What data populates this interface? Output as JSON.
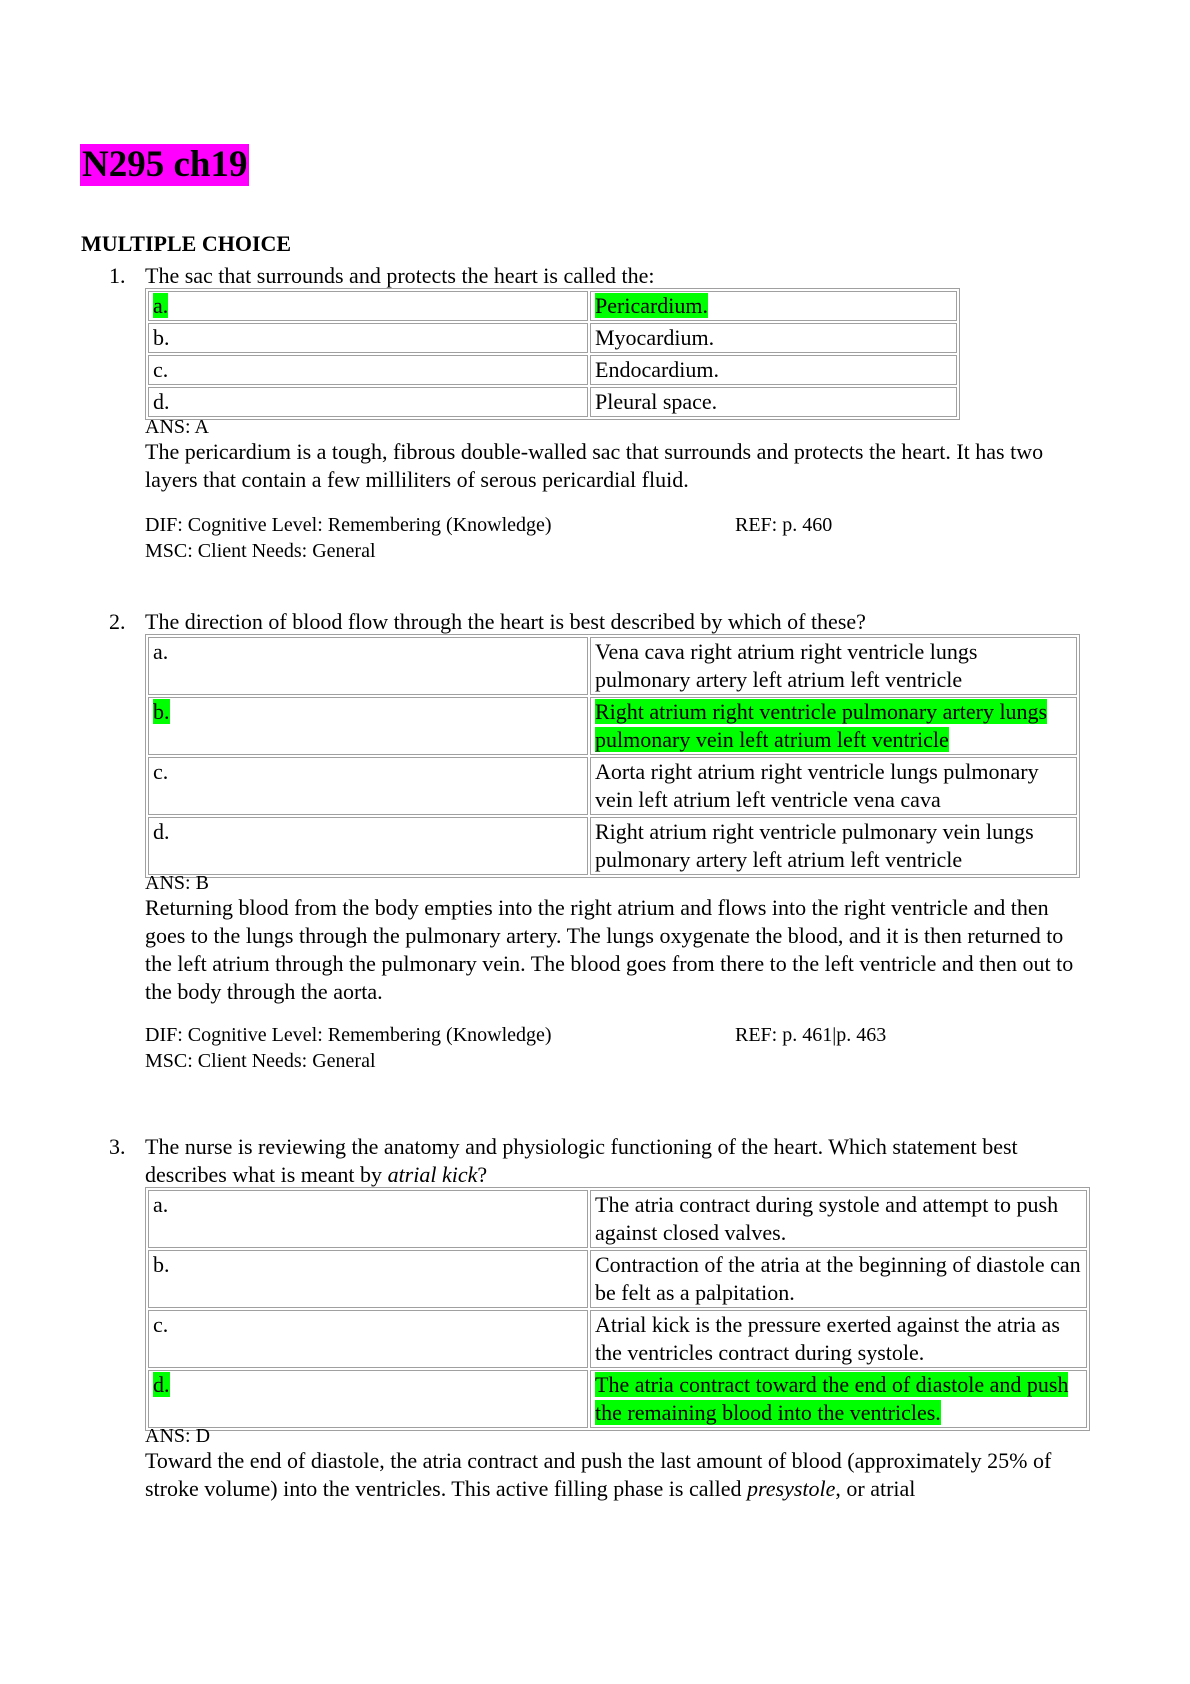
{
  "document": {
    "title": "N295 ch19",
    "section": "MULTIPLE CHOICE"
  },
  "questions": [
    {
      "number": "1.",
      "stem": "The sac that surrounds and protects the heart is called the:",
      "choices": [
        {
          "letter": "a.",
          "text": "Pericardium.",
          "correct": true
        },
        {
          "letter": "b.",
          "text": "Myocardium.",
          "correct": false
        },
        {
          "letter": "c.",
          "text": "Endocardium.",
          "correct": false
        },
        {
          "letter": "d.",
          "text": "Pleural space.",
          "correct": false
        }
      ],
      "answer": "ANS:  A",
      "rationale": "The pericardium is a tough, fibrous double-walled sac that surrounds and protects the heart. It has two layers that contain a few milliliters of serous pericardial fluid.",
      "dif": "DIF:   Cognitive Level: Remembering (Knowledge)",
      "ref": "REF:   p. 460",
      "msc": "MSC:  Client Needs: General"
    },
    {
      "number": "2.",
      "stem": "The direction of blood flow through the heart is best described by which of these?",
      "choices": [
        {
          "letter": "a.",
          "text": "Vena cava   right atrium   right ventricle   lungs   pulmonary artery   left atrium   left ventricle",
          "correct": false
        },
        {
          "letter": "b.",
          "text": "Right atrium   right ventricle   pulmonary artery   lungs   pulmonary vein   left atrium   left ventricle",
          "correct": true
        },
        {
          "letter": "c.",
          "text": "Aorta   right atrium   right ventricle   lungs   pulmonary vein   left atrium   left ventricle   vena cava",
          "correct": false
        },
        {
          "letter": "d.",
          "text": "Right atrium   right ventricle   pulmonary vein   lungs   pulmonary artery   left atrium   left ventricle",
          "correct": false
        }
      ],
      "answer": "ANS:  B",
      "rationale": "Returning blood from the body empties into the right atrium and flows into the right ventricle and then goes to the lungs through the pulmonary artery. The lungs oxygenate the blood, and it is then returned to the left atrium through the pulmonary vein. The blood goes from there to the left ventricle and then out to the body through the aorta.",
      "dif": "DIF:   Cognitive Level: Remembering (Knowledge)",
      "ref": "REF:   p. 461|p. 463",
      "msc": "MSC:  Client Needs: General"
    },
    {
      "number": "3.",
      "stem_before": "The nurse is reviewing the anatomy and physiologic functioning of the heart. Which statement best describes what is meant by ",
      "stem_italic": "atrial kick",
      "stem_after": "?",
      "choices": [
        {
          "letter": "a.",
          "text": "The atria contract during systole and attempt to push against closed valves.",
          "correct": false
        },
        {
          "letter": "b.",
          "text": "Contraction of the atria at the beginning of diastole can be felt as a palpitation.",
          "correct": false
        },
        {
          "letter": "c.",
          "text": "Atrial kick is the pressure exerted against the atria as the ventricles contract during systole.",
          "correct": false
        },
        {
          "letter": "d.",
          "text": "The atria contract toward the end of diastole and push the remaining blood into the ventricles.",
          "correct": true
        }
      ],
      "answer": "ANS:  D",
      "rationale_before": "Toward the end of diastole, the atria contract and push the last amount of blood (approximately 25% of stroke volume) into the ventricles. This active filling phase is called ",
      "rationale_italic": "presystole",
      "rationale_after": ", or atrial"
    }
  ],
  "colors": {
    "title_highlight": "#ff00ff",
    "answer_highlight": "#00ff00"
  }
}
